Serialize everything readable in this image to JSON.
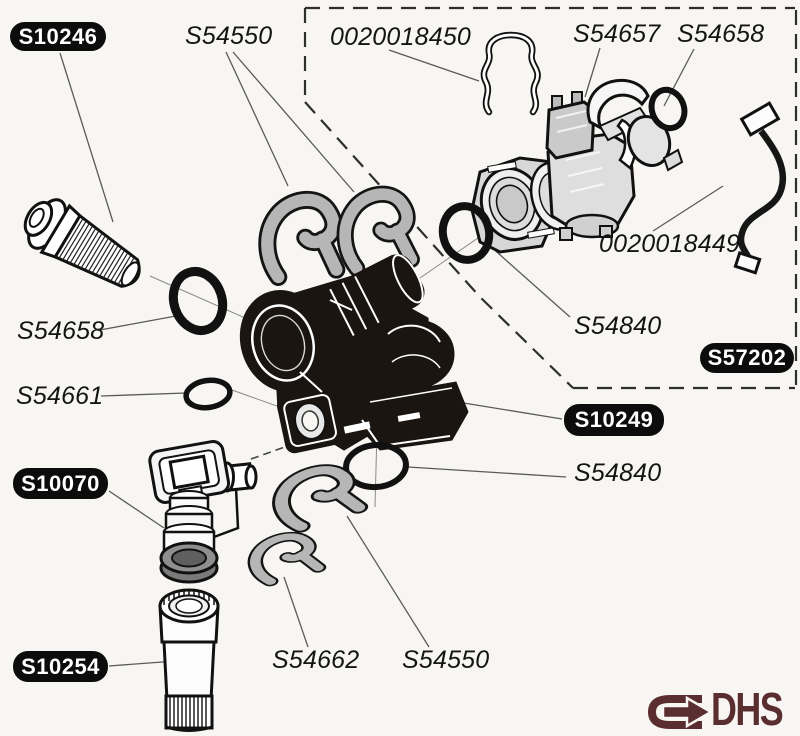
{
  "labels": {
    "s10246": "S10246",
    "s10070": "S10070",
    "s10254": "S10254",
    "s10249": "S10249",
    "s57202": "S57202",
    "s54550_top": "S54550",
    "s54550_bottom": "S54550",
    "p0020018450": "0020018450",
    "p0020018449": "0020018449",
    "s54657": "S54657",
    "s54658_top": "S54658",
    "s54658_left": "S54658",
    "s54840_upper": "S54840",
    "s54840_lower": "S54840",
    "s54661": "S54661",
    "s54662": "S54662"
  },
  "logo": {
    "text": "DHS",
    "icon": "arrow-right-capsule-icon",
    "color": "#5a2e2f"
  },
  "colors": {
    "paper": "#f7f6f2",
    "ink": "#141414",
    "part_gray": "#b6b6b6",
    "logo_maroon": "#5a2e2f"
  }
}
